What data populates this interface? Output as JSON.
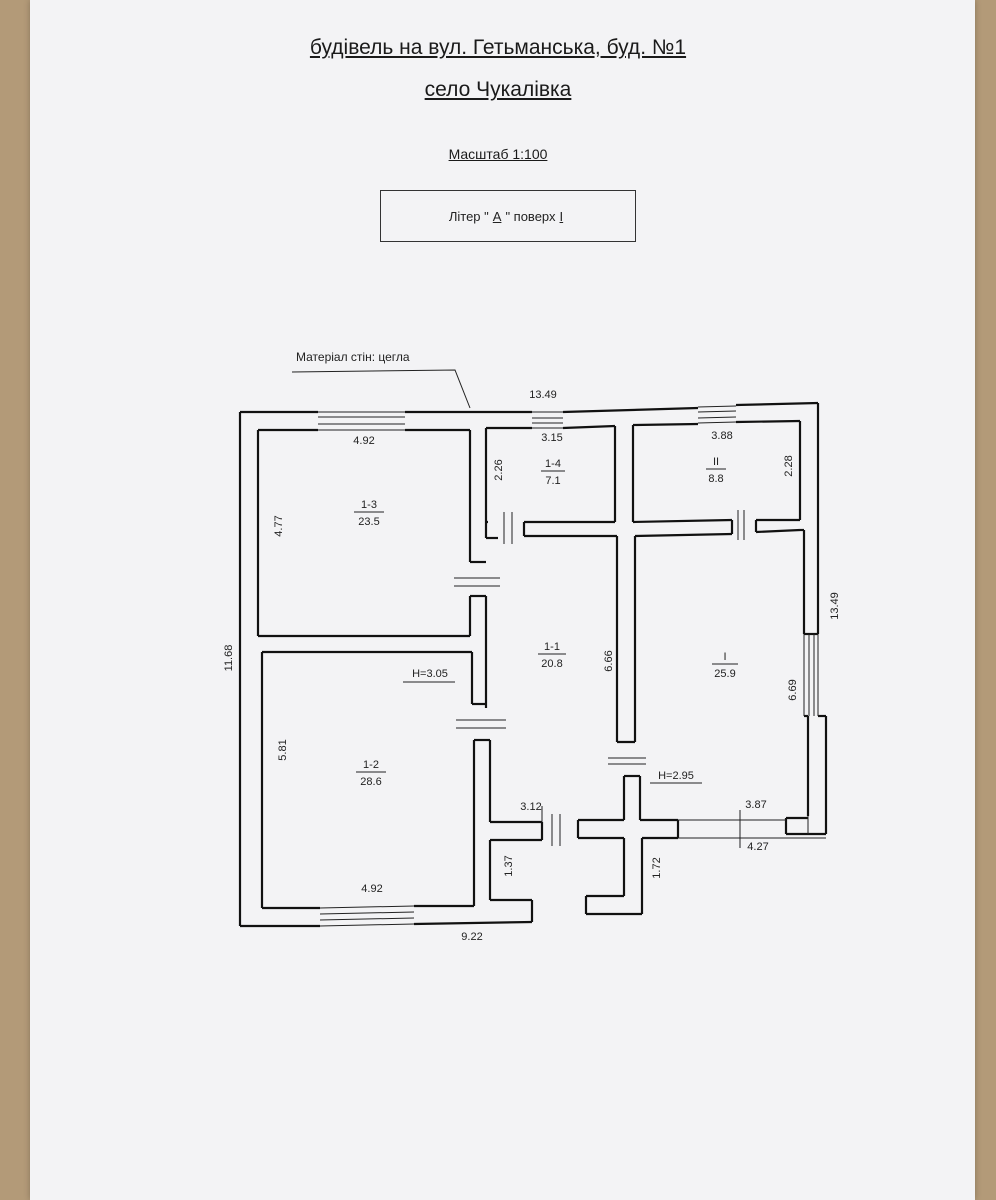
{
  "header": {
    "title_line1": "будівель на вул. Гетьманська, буд. №1",
    "title_line2": "село Чукалівка",
    "scale": "Масштаб 1:100",
    "liter_prefix": "Літер \"",
    "liter_value": "А",
    "liter_mid": "\" поверх",
    "floor_value": "I"
  },
  "material_label": "Матеріал стін: цегла",
  "dimensions": {
    "top_total": "13.49",
    "right_total": "13.49",
    "left_total": "11.68",
    "bottom_total": "9.22",
    "room13_width": "4.92",
    "room13_height": "4.77",
    "room12_width": "4.92",
    "room12_height": "5.81",
    "room14_width": "3.15",
    "room14_height": "2.26",
    "roomII_width": "3.88",
    "roomII_height": "2.28",
    "room11_height": "6.66",
    "roomI_height": "6.69",
    "room11_width": "3.12",
    "roomI_width": "3.87",
    "porch_width": "4.27",
    "porch_left_height": "1.37",
    "porch_right_height": "1.72",
    "height_left": "H=3.05",
    "height_right": "H=2.95"
  },
  "rooms": [
    {
      "id": "1-3",
      "area": "23.5"
    },
    {
      "id": "1-2",
      "area": "28.6"
    },
    {
      "id": "1-4",
      "area": "7.1"
    },
    {
      "id": "II",
      "area": "8.8"
    },
    {
      "id": "1-1",
      "area": "20.8"
    },
    {
      "id": "I",
      "area": "25.9"
    }
  ]
}
